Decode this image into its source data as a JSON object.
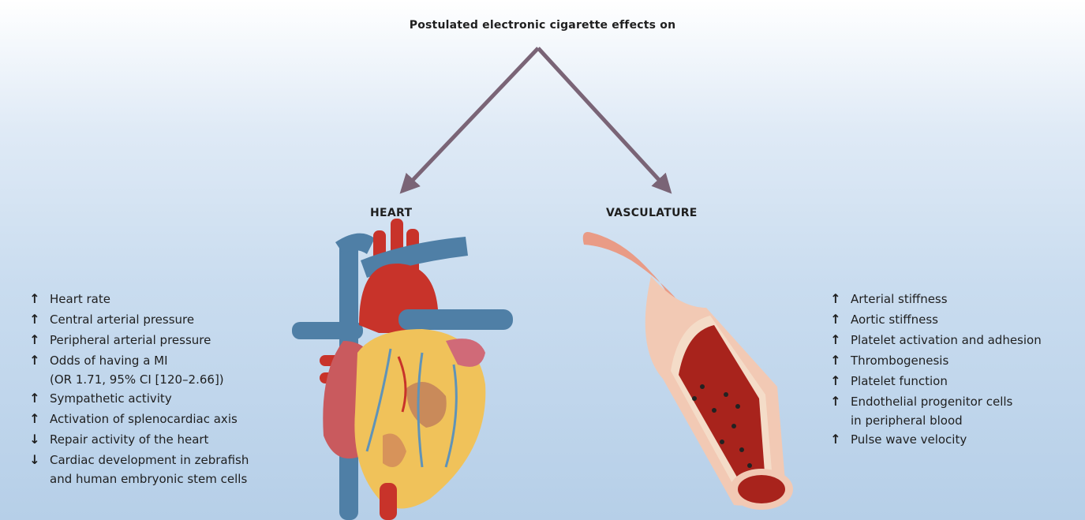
{
  "title": "Postulated electronic cigarette effects on",
  "heart": {
    "label": "HEART",
    "effects": [
      {
        "dir": "up",
        "arrow": "↑",
        "lines": [
          "Heart rate"
        ]
      },
      {
        "dir": "up",
        "arrow": "↑",
        "lines": [
          "Central arterial pressure"
        ]
      },
      {
        "dir": "up",
        "arrow": "↑",
        "lines": [
          "Peripheral arterial pressure"
        ]
      },
      {
        "dir": "up",
        "arrow": "↑",
        "lines": [
          "Odds of having a MI",
          "(OR 1.71, 95% CI [120–2.66])"
        ]
      },
      {
        "dir": "up",
        "arrow": "↑",
        "lines": [
          "Sympathetic activity"
        ]
      },
      {
        "dir": "up",
        "arrow": "↑",
        "lines": [
          "Activation of splenocardiac axis"
        ]
      },
      {
        "dir": "down",
        "arrow": "↓",
        "lines": [
          "Repair activity of the heart"
        ]
      },
      {
        "dir": "down",
        "arrow": "↓",
        "lines": [
          "Cardiac development in zebrafish",
          "and human embryonic stem cells"
        ]
      }
    ]
  },
  "vasculature": {
    "label": "VASCULATURE",
    "effects": [
      {
        "dir": "up",
        "arrow": "↑",
        "lines": [
          "Arterial stiffness"
        ]
      },
      {
        "dir": "up",
        "arrow": "↑",
        "lines": [
          "Aortic stiffness"
        ]
      },
      {
        "dir": "up",
        "arrow": "↑",
        "lines": [
          "Platelet activation and adhesion"
        ]
      },
      {
        "dir": "up",
        "arrow": "↑",
        "lines": [
          "Thrombogenesis"
        ]
      },
      {
        "dir": "up",
        "arrow": "↑",
        "lines": [
          "Platelet function"
        ]
      },
      {
        "dir": "up",
        "arrow": "↑",
        "lines": [
          "Endothelial progenitor cells",
          "in peripheral blood"
        ]
      },
      {
        "dir": "up",
        "arrow": "↑",
        "lines": [
          "Pulse wave velocity"
        ]
      }
    ]
  },
  "colors": {
    "connector": "#7a6476",
    "heart_red": "#c8332a",
    "vein_blue": "#4f7fa6",
    "fat_yellow": "#f0c25a",
    "vessel_wall": "#f2c9b4",
    "blood": "#a8231c"
  }
}
